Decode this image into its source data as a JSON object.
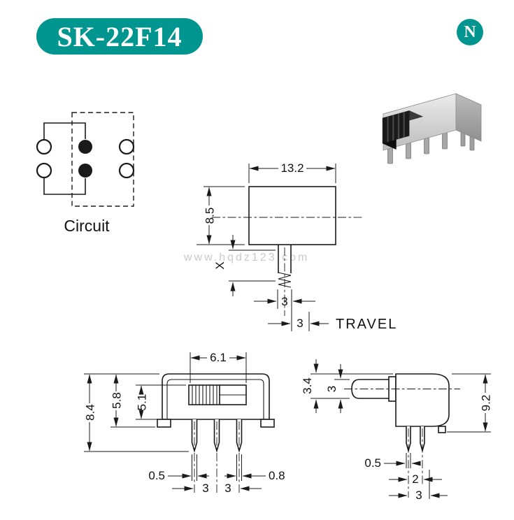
{
  "header": {
    "part_number": "SK-22F14",
    "logo_letter": "N"
  },
  "colors": {
    "accent": "#00968F",
    "line": "#1A1A1A",
    "watermark": "#CBCBCB"
  },
  "circuit": {
    "label": "Circuit"
  },
  "watermark": {
    "text": "www.hqdz123.com"
  },
  "top_drawing": {
    "body_width": "13.2",
    "body_height": "8.5",
    "actuator_length": "X",
    "actuator_width": "3",
    "travel": "3",
    "travel_label": "TRAVEL"
  },
  "front_drawing": {
    "knob_width": "6.1",
    "total_height": "8.4",
    "body_height": "5.8",
    "upper_height": "5.1",
    "pin_thickness": "0.5",
    "pin_pitch_a": "3",
    "pin_pitch_b": "3",
    "pin_width": "0.8"
  },
  "side_drawing": {
    "knob_length": "3.4",
    "knob_diameter": "3",
    "body_depth": "9.2",
    "pin_thickness": "0.5",
    "pin_pitch": "2",
    "pin_span": "3"
  }
}
